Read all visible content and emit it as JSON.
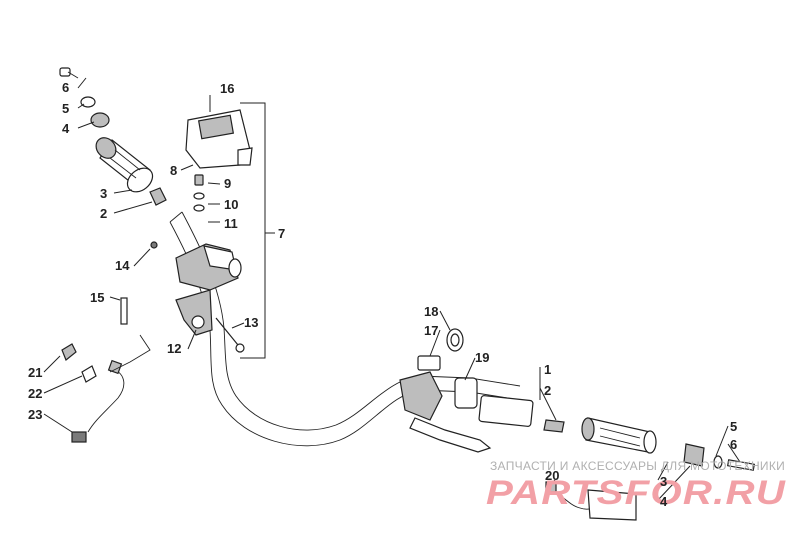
{
  "callouts": {
    "c1": "1",
    "c2a": "2",
    "c2b": "2",
    "c3a": "3",
    "c3b": "3",
    "c4a": "4",
    "c4b": "4",
    "c5a": "5",
    "c5b": "5",
    "c6a": "6",
    "c6b": "6",
    "c7": "7",
    "c8": "8",
    "c9": "9",
    "c10": "10",
    "c11": "11",
    "c12": "12",
    "c13": "13",
    "c14": "14",
    "c15": "15",
    "c16": "16",
    "c17": "17",
    "c18": "18",
    "c19": "19",
    "c20": "20",
    "c21": "21",
    "c22": "22",
    "c23": "23"
  },
  "watermark": {
    "caption": "ЗАПЧАСТИ И АКСЕССУАРЫ ДЛЯ МОТОТЕХНИКИ",
    "logo": "PARTSFOR.RU"
  }
}
